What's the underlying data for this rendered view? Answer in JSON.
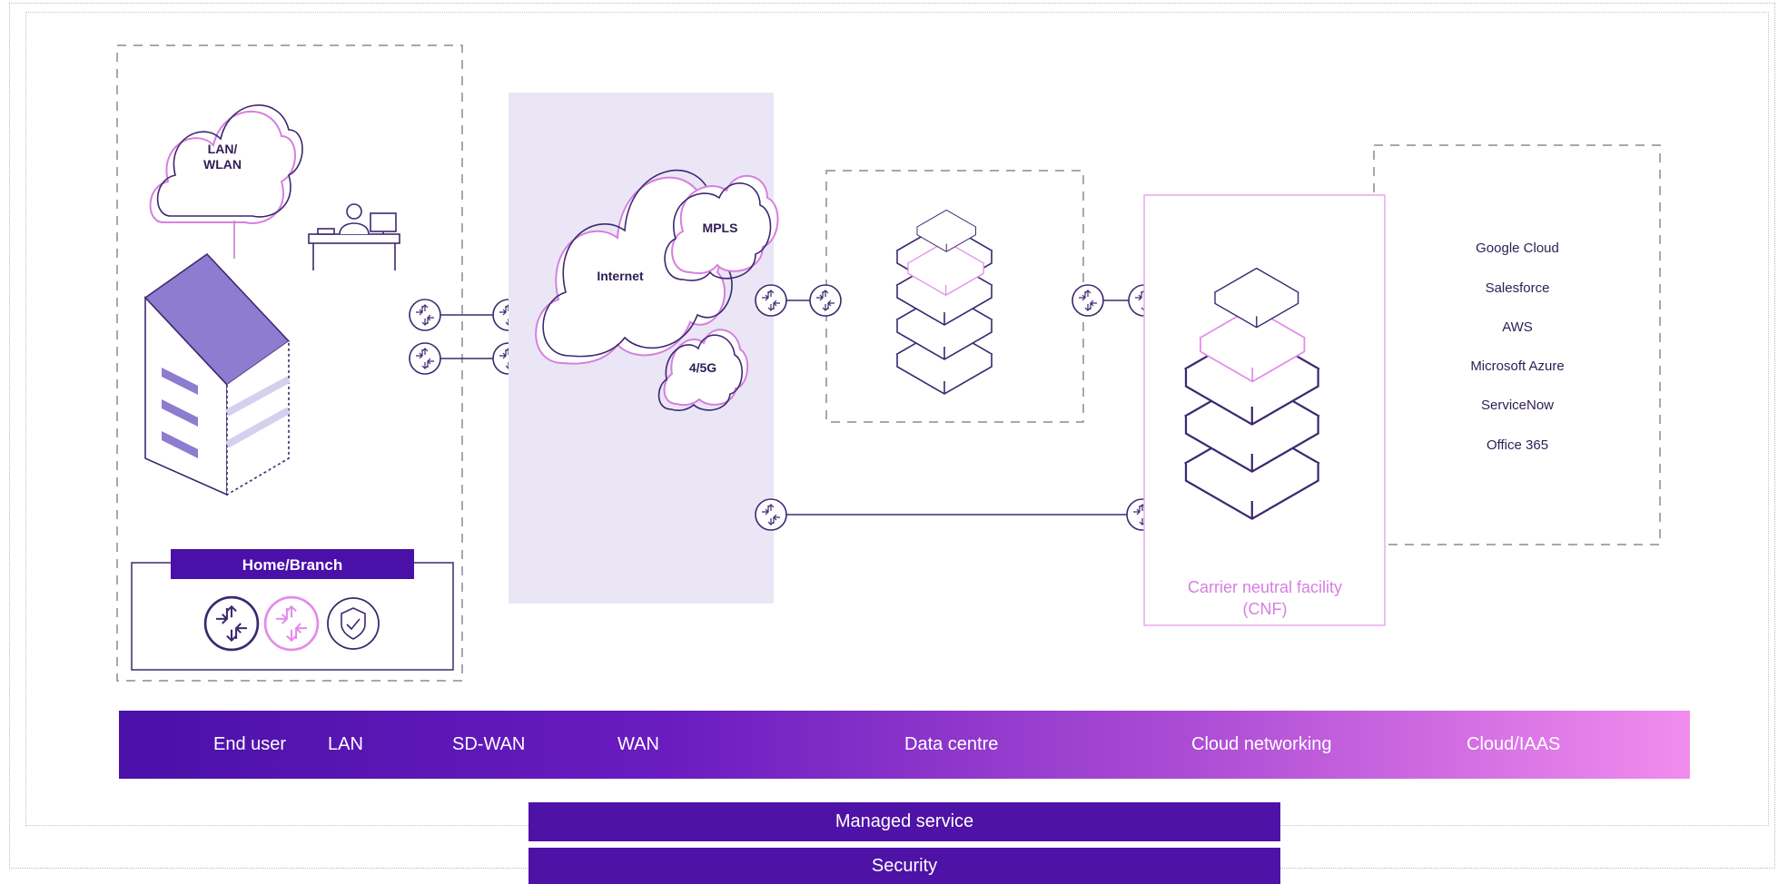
{
  "diagram": {
    "home_branch": {
      "cloud_label_line1": "LAN/",
      "cloud_label_line2": "WLAN",
      "title": "Home/Branch"
    },
    "wan_clouds": {
      "internet": "Internet",
      "mpls": "MPLS",
      "fourg": "4/5G"
    },
    "cnf": {
      "label_line1": "Carrier neutral facility",
      "label_line2": "(CNF)"
    },
    "cloud_services": [
      "Google Cloud",
      "Salesforce",
      "AWS",
      "Microsoft Azure",
      "ServiceNow",
      "Office 365"
    ],
    "layers": {
      "end_user": "End user",
      "lan": "LAN",
      "sdwan": "SD-WAN",
      "wan": "WAN",
      "datacentre": "Data centre",
      "cloud_networking": "Cloud networking",
      "cloud_iaas": "Cloud/IAAS"
    },
    "bands": {
      "managed": "Managed service",
      "security": "Security"
    },
    "colors": {
      "purple": "#4a10a8",
      "pink": "#e48bea",
      "line": "#3d2870",
      "wan_bg": "#ebe6f6"
    }
  }
}
